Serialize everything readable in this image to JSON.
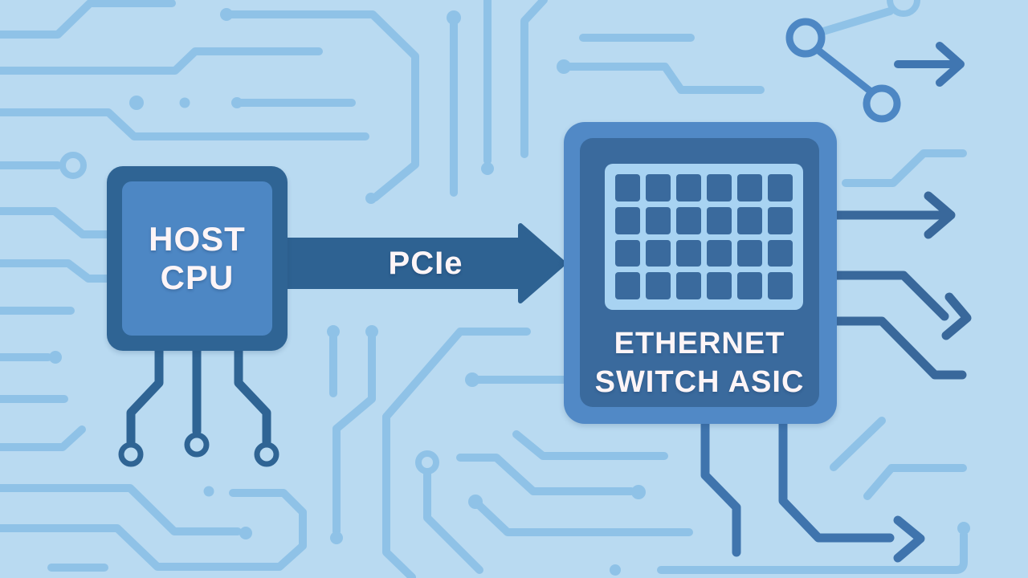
{
  "title": "Host CPU to Ethernet Switch ASIC PCIe connection diagram",
  "nodes": {
    "host_cpu": {
      "label_line1": "HOST",
      "label_line2": "CPU"
    },
    "switch_asic": {
      "label_line1": "ETHERNET",
      "label_line2": "SWITCH ASIC",
      "grid": {
        "columns": 6,
        "rows": 4
      }
    }
  },
  "connections": {
    "pcie": {
      "label": "PCIe",
      "direction": "right",
      "from": "host_cpu",
      "to": "switch_asic"
    }
  },
  "icons": [
    "share-nodes-icon",
    "right-arrow-icon",
    "circuit-trace-pattern"
  ],
  "colors": {
    "bg": "#b9daf1",
    "trace_light": "#8fc2e7",
    "blue_medium": "#4d87c4",
    "blue_dark": "#2e6292",
    "asic_outer": "#5189c6",
    "asic_inner": "#3a6a9d",
    "panel_light": "#a8d3f2",
    "arrow_dark": "#39689b",
    "pin_medium": "#3f74ad",
    "text_light": "#fdf5f7"
  }
}
